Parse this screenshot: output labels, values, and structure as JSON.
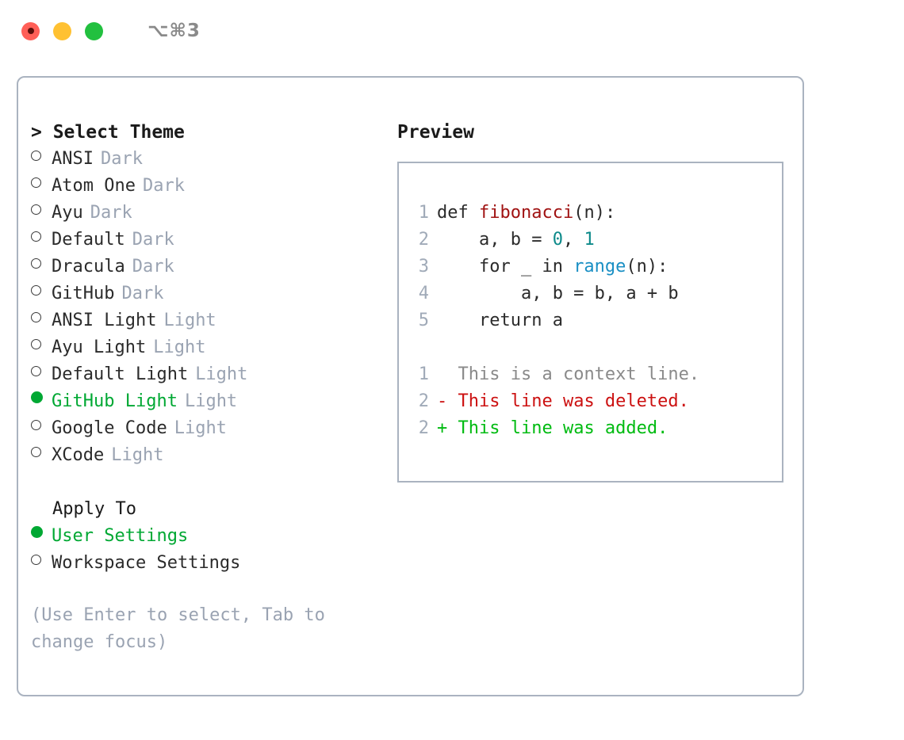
{
  "titlebar": {
    "shortcut": "⌥⌘3",
    "lights": [
      {
        "name": "close",
        "color": "#ff5f57"
      },
      {
        "name": "minimize",
        "color": "#ffc132"
      },
      {
        "name": "maximize",
        "color": "#22c03f"
      }
    ]
  },
  "theme_picker": {
    "header": "> Select Theme",
    "items": [
      {
        "label": "ANSI",
        "tag": "Dark",
        "selected": false
      },
      {
        "label": "Atom One",
        "tag": "Dark",
        "selected": false
      },
      {
        "label": "Ayu",
        "tag": "Dark",
        "selected": false
      },
      {
        "label": "Default",
        "tag": "Dark",
        "selected": false
      },
      {
        "label": "Dracula",
        "tag": "Dark",
        "selected": false
      },
      {
        "label": "GitHub",
        "tag": "Dark",
        "selected": false
      },
      {
        "label": "ANSI Light",
        "tag": "Light",
        "selected": false
      },
      {
        "label": "Ayu Light",
        "tag": "Light",
        "selected": false
      },
      {
        "label": "Default Light",
        "tag": "Light",
        "selected": false
      },
      {
        "label": "GitHub Light",
        "tag": "Light",
        "selected": true
      },
      {
        "label": "Google Code",
        "tag": "Light",
        "selected": false
      },
      {
        "label": "XCode",
        "tag": "Light",
        "selected": false
      }
    ]
  },
  "apply_to": {
    "header": "Apply To",
    "options": [
      {
        "label": "User Settings",
        "selected": true
      },
      {
        "label": "Workspace Settings",
        "selected": false
      }
    ]
  },
  "hint": "(Use Enter to select, Tab to change focus)",
  "preview": {
    "title": "Preview",
    "code_lines": [
      {
        "no": "1",
        "segments": [
          {
            "text": "def ",
            "kind": "plain"
          },
          {
            "text": "fibonacci",
            "kind": "fn"
          },
          {
            "text": "(n):",
            "kind": "plain"
          }
        ]
      },
      {
        "no": "2",
        "segments": [
          {
            "text": "    a, b = ",
            "kind": "plain"
          },
          {
            "text": "0",
            "kind": "num"
          },
          {
            "text": ", ",
            "kind": "plain"
          },
          {
            "text": "1",
            "kind": "num"
          }
        ]
      },
      {
        "no": "3",
        "segments": [
          {
            "text": "    for _ in ",
            "kind": "plain"
          },
          {
            "text": "range",
            "kind": "blue"
          },
          {
            "text": "(n):",
            "kind": "plain"
          }
        ]
      },
      {
        "no": "4",
        "segments": [
          {
            "text": "        a, b = b, a + b",
            "kind": "plain"
          }
        ]
      },
      {
        "no": "5",
        "segments": [
          {
            "text": "    return a",
            "kind": "plain"
          }
        ]
      }
    ],
    "diff_lines": [
      {
        "no": "1",
        "marker": "  ",
        "text": "This is a context line.",
        "kind": "ctx"
      },
      {
        "no": "2",
        "marker": "- ",
        "text": "This line was deleted.",
        "kind": "del"
      },
      {
        "no": "2",
        "marker": "+ ",
        "text": "This line was added.",
        "kind": "add"
      }
    ]
  },
  "colors": {
    "selection_green": "#00a833",
    "muted": "#9aa3b2",
    "border": "#aab3c0",
    "diff_delete": "#cc1111",
    "diff_add": "#00bb11",
    "syntax_function": "#a01212",
    "syntax_number": "#0d8a8a",
    "syntax_builtin": "#1a8fc4"
  }
}
